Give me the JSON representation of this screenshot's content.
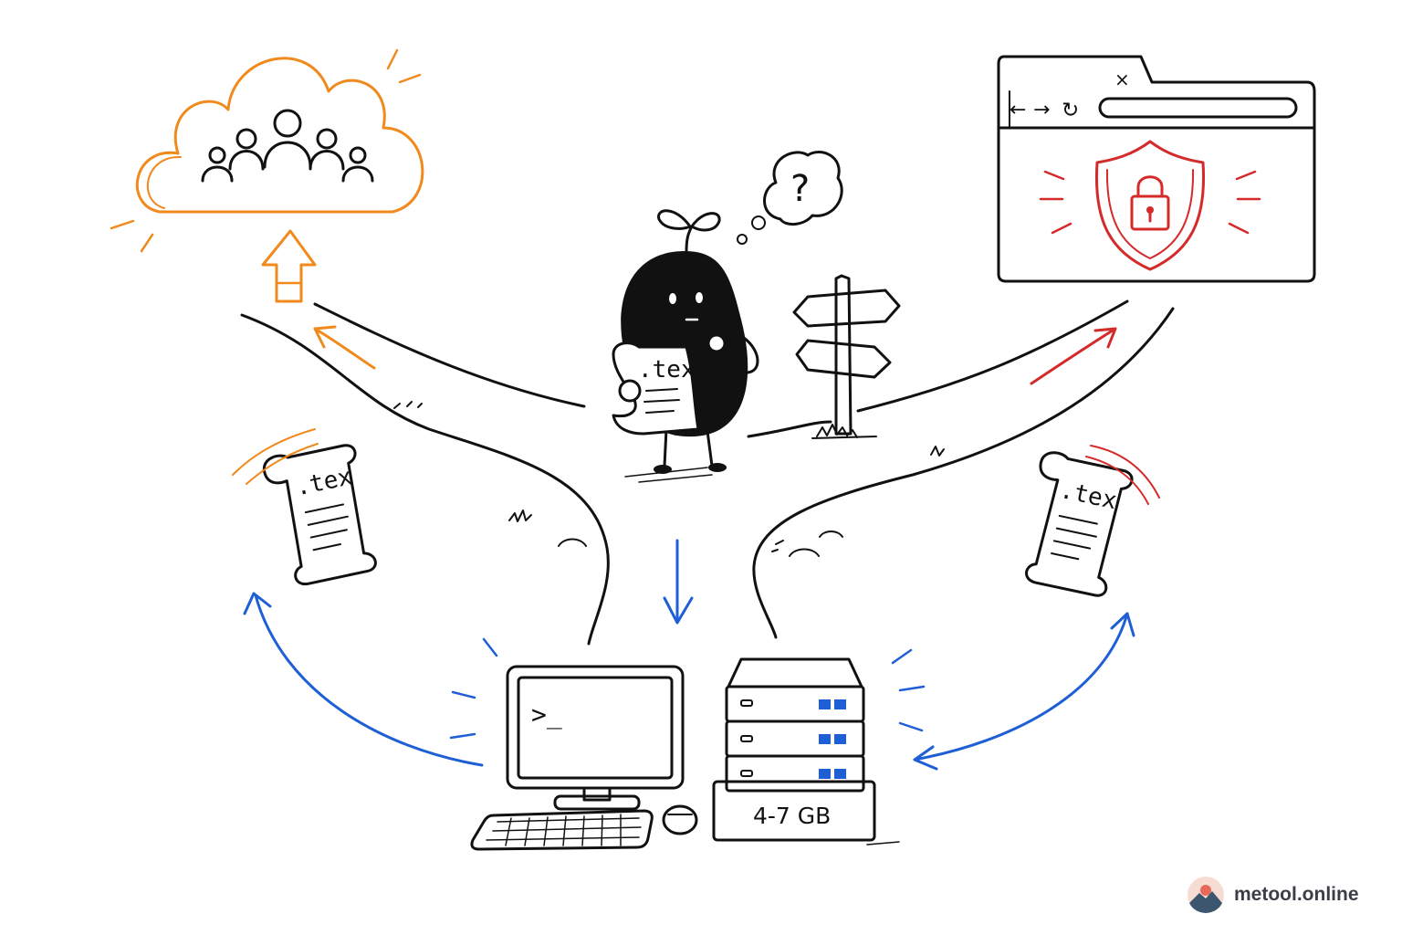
{
  "diagram": {
    "file_label_center": ".tex",
    "file_label_left": ".tex",
    "file_label_right": ".tex",
    "question_mark": "?",
    "browser_close": "×",
    "browser_back": "←",
    "browser_forward": "→",
    "browser_reload": "↻",
    "terminal_prompt": ">_",
    "storage_size": "4-7 GB"
  },
  "watermark": {
    "text": "metool.online"
  },
  "colors": {
    "cloud_path": "#f08a1c",
    "secure_path": "#d42a2a",
    "local_path": "#1f5fd6",
    "ink": "#111111"
  }
}
